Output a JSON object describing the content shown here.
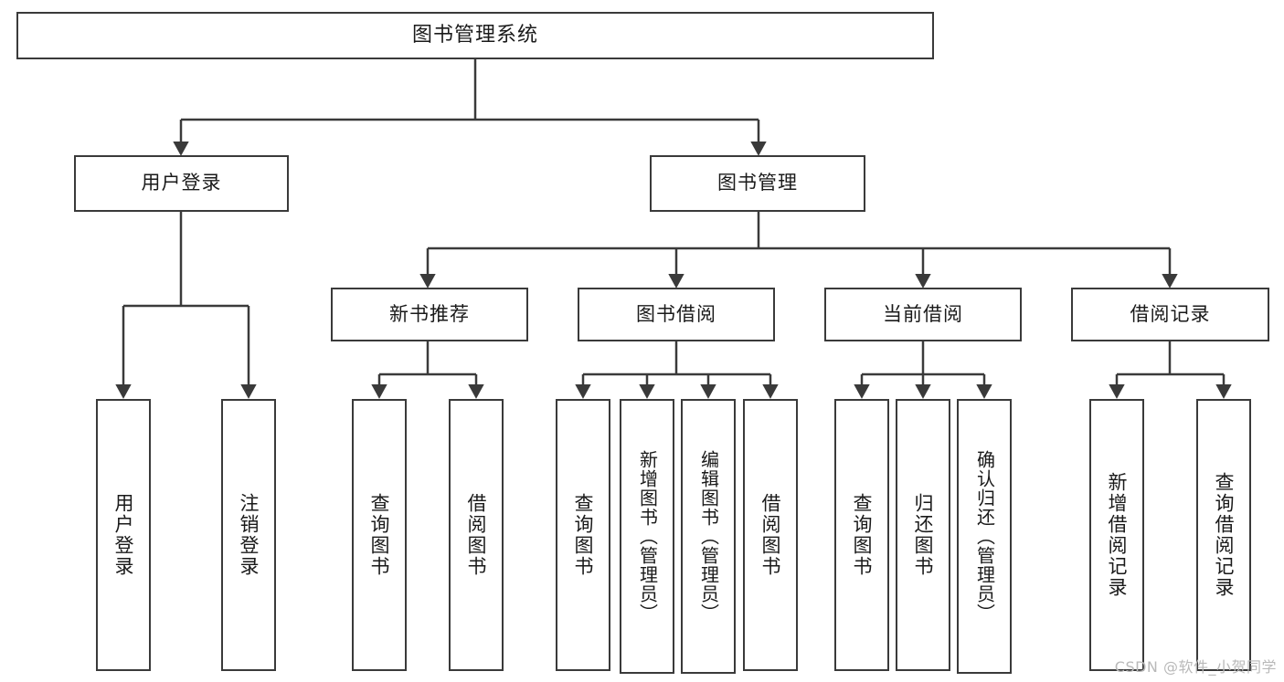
{
  "diagram": {
    "title_node": {
      "label": "图书管理系统"
    },
    "level2": [
      {
        "label": "用户登录"
      },
      {
        "label": "图书管理"
      }
    ],
    "level3": [
      {
        "label": "新书推荐"
      },
      {
        "label": "图书借阅"
      },
      {
        "label": "当前借阅"
      },
      {
        "label": "借阅记录"
      }
    ],
    "leaves": [
      {
        "label": "用户登录"
      },
      {
        "label": "注销登录"
      },
      {
        "label": "查询图书"
      },
      {
        "label": "借阅图书"
      },
      {
        "label": "查询图书"
      },
      {
        "label": "新增图书（管理员）"
      },
      {
        "label": "编辑图书（管理员）"
      },
      {
        "label": "借阅图书"
      },
      {
        "label": "查询图书"
      },
      {
        "label": "归还图书"
      },
      {
        "label": "确认归还（管理员）"
      },
      {
        "label": "新增借阅记录"
      },
      {
        "label": "查询借阅记录"
      }
    ],
    "watermark": "CSDN @软件_小贺同学",
    "colors": {
      "stroke": "#3a3a3a",
      "box_fill": "#ffffff",
      "text": "#1a1a1a",
      "watermark": "#b9b9b9"
    }
  }
}
